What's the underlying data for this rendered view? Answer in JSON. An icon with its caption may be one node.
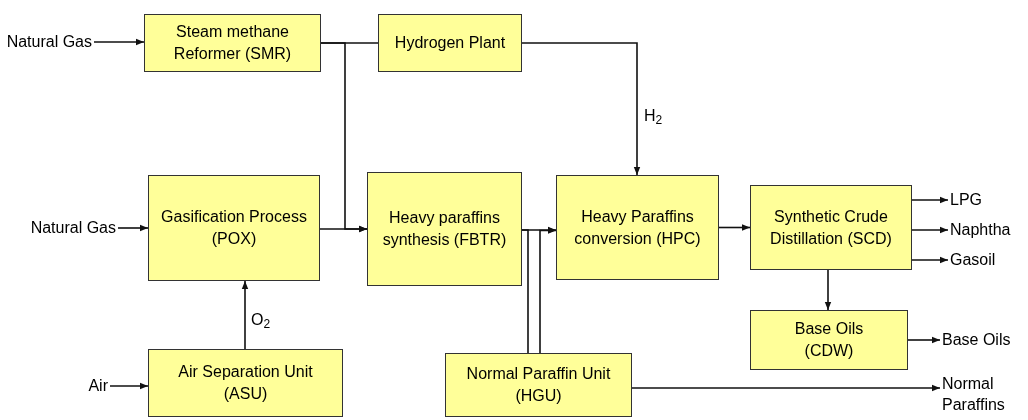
{
  "diagram": {
    "nodes": [
      {
        "text": [
          "Natural Gas"
        ]
      },
      {
        "text": [
          "Steam methane Reformer (SMR)"
        ]
      },
      {
        "text": [
          "Hydrogen Plant"
        ]
      },
      {
        "text": [
          "Natural Gas"
        ]
      },
      {
        "text": [
          "Gasification Process (POX)"
        ]
      },
      {
        "text": [
          "Heavy paraffins synthesis (FBTR)"
        ]
      },
      {
        "text": [
          "Heavy Paraffins conversion (HPC)"
        ]
      },
      {
        "text": [
          "Synthetic Crude Distillation (SCD)"
        ]
      },
      {
        "text": [
          "LPG"
        ]
      },
      {
        "text": [
          "Naphtha"
        ]
      },
      {
        "text": [
          "Gasoil"
        ]
      },
      {
        "text": [
          "Base Oils (CDW)"
        ]
      },
      {
        "text": [
          "Base Oils"
        ]
      },
      {
        "text": [
          "Air"
        ]
      },
      {
        "text": [
          "Air Separation Unit (ASU)"
        ]
      },
      {
        "text": [
          "Normal Paraffin Unit (HGU)"
        ]
      },
      {
        "text": [
          "Normal Paraffins"
        ]
      }
    ],
    "edges": [
      {
        "from": 0,
        "to": 1,
        "arrow": "to"
      },
      {
        "from": 1,
        "to": 2,
        "arrow": "none"
      },
      {
        "from": 1,
        "to": 5,
        "arrow": "to"
      },
      {
        "from": 2,
        "to": 6,
        "arrow": "to",
        "label": "H$_{2}$"
      },
      {
        "from": 3,
        "to": 4,
        "arrow": "to"
      },
      {
        "from": 4,
        "to": 5,
        "arrow": "to"
      },
      {
        "from": 5,
        "to": 6,
        "arrow": "to"
      },
      {
        "from": 5,
        "to": 15,
        "arrow": "none"
      },
      {
        "from": 15,
        "to": 6,
        "arrow": "to"
      },
      {
        "from": 6,
        "to": 7,
        "arrow": "to"
      },
      {
        "from": 7,
        "to": 8,
        "arrow": "to"
      },
      {
        "from": 7,
        "to": 9,
        "arrow": "to"
      },
      {
        "from": 7,
        "to": 10,
        "arrow": "to"
      },
      {
        "from": 7,
        "to": 11,
        "arrow": "to"
      },
      {
        "from": 11,
        "to": 12,
        "arrow": "to"
      },
      {
        "from": 13,
        "to": 14,
        "arrow": "to"
      },
      {
        "from": 14,
        "to": 4,
        "arrow": "to",
        "label": "O$_{2}$"
      },
      {
        "from": 15,
        "to": 16,
        "arrow": "to"
      }
    ]
  }
}
